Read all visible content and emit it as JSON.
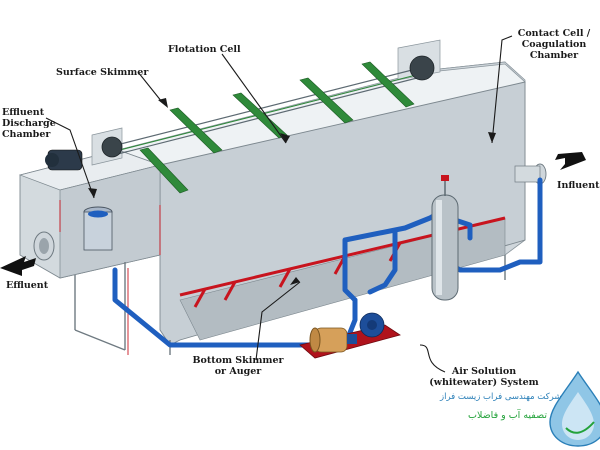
{
  "labels": {
    "flotation_cell": "Flotation Cell",
    "surface_skimmer": "Surface Skimmer",
    "contact_cell": [
      "Contact Cell /",
      "Coagulation",
      "Chamber"
    ],
    "effluent_discharge": [
      "Effluent",
      "Discharge",
      "Chamber"
    ],
    "influent": "Influent",
    "effluent": "Effluent",
    "bottom_skimmer": [
      "Bottom Skimmer",
      "or Auger"
    ],
    "air_solution": [
      "Air Solution",
      "(whitewater) System"
    ]
  },
  "watermark": {
    "company": "شرکت مهندسی فراب زیست فراز",
    "tagline": "تصفیه آب و فاضلاب"
  },
  "colors": {
    "tank_light": "#e6ebee",
    "tank_mid": "#c9d1d6",
    "tank_dark": "#a9b3ba",
    "skimmer_green": "#2f8a3a",
    "pipe_blue": "#1f5fbf",
    "header_red": "#c8141e",
    "motor_tan": "#d6a05a",
    "pump_blue": "#1d4e9a",
    "watermark_blue": "#2a7fb8",
    "watermark_green": "#22a23a"
  }
}
